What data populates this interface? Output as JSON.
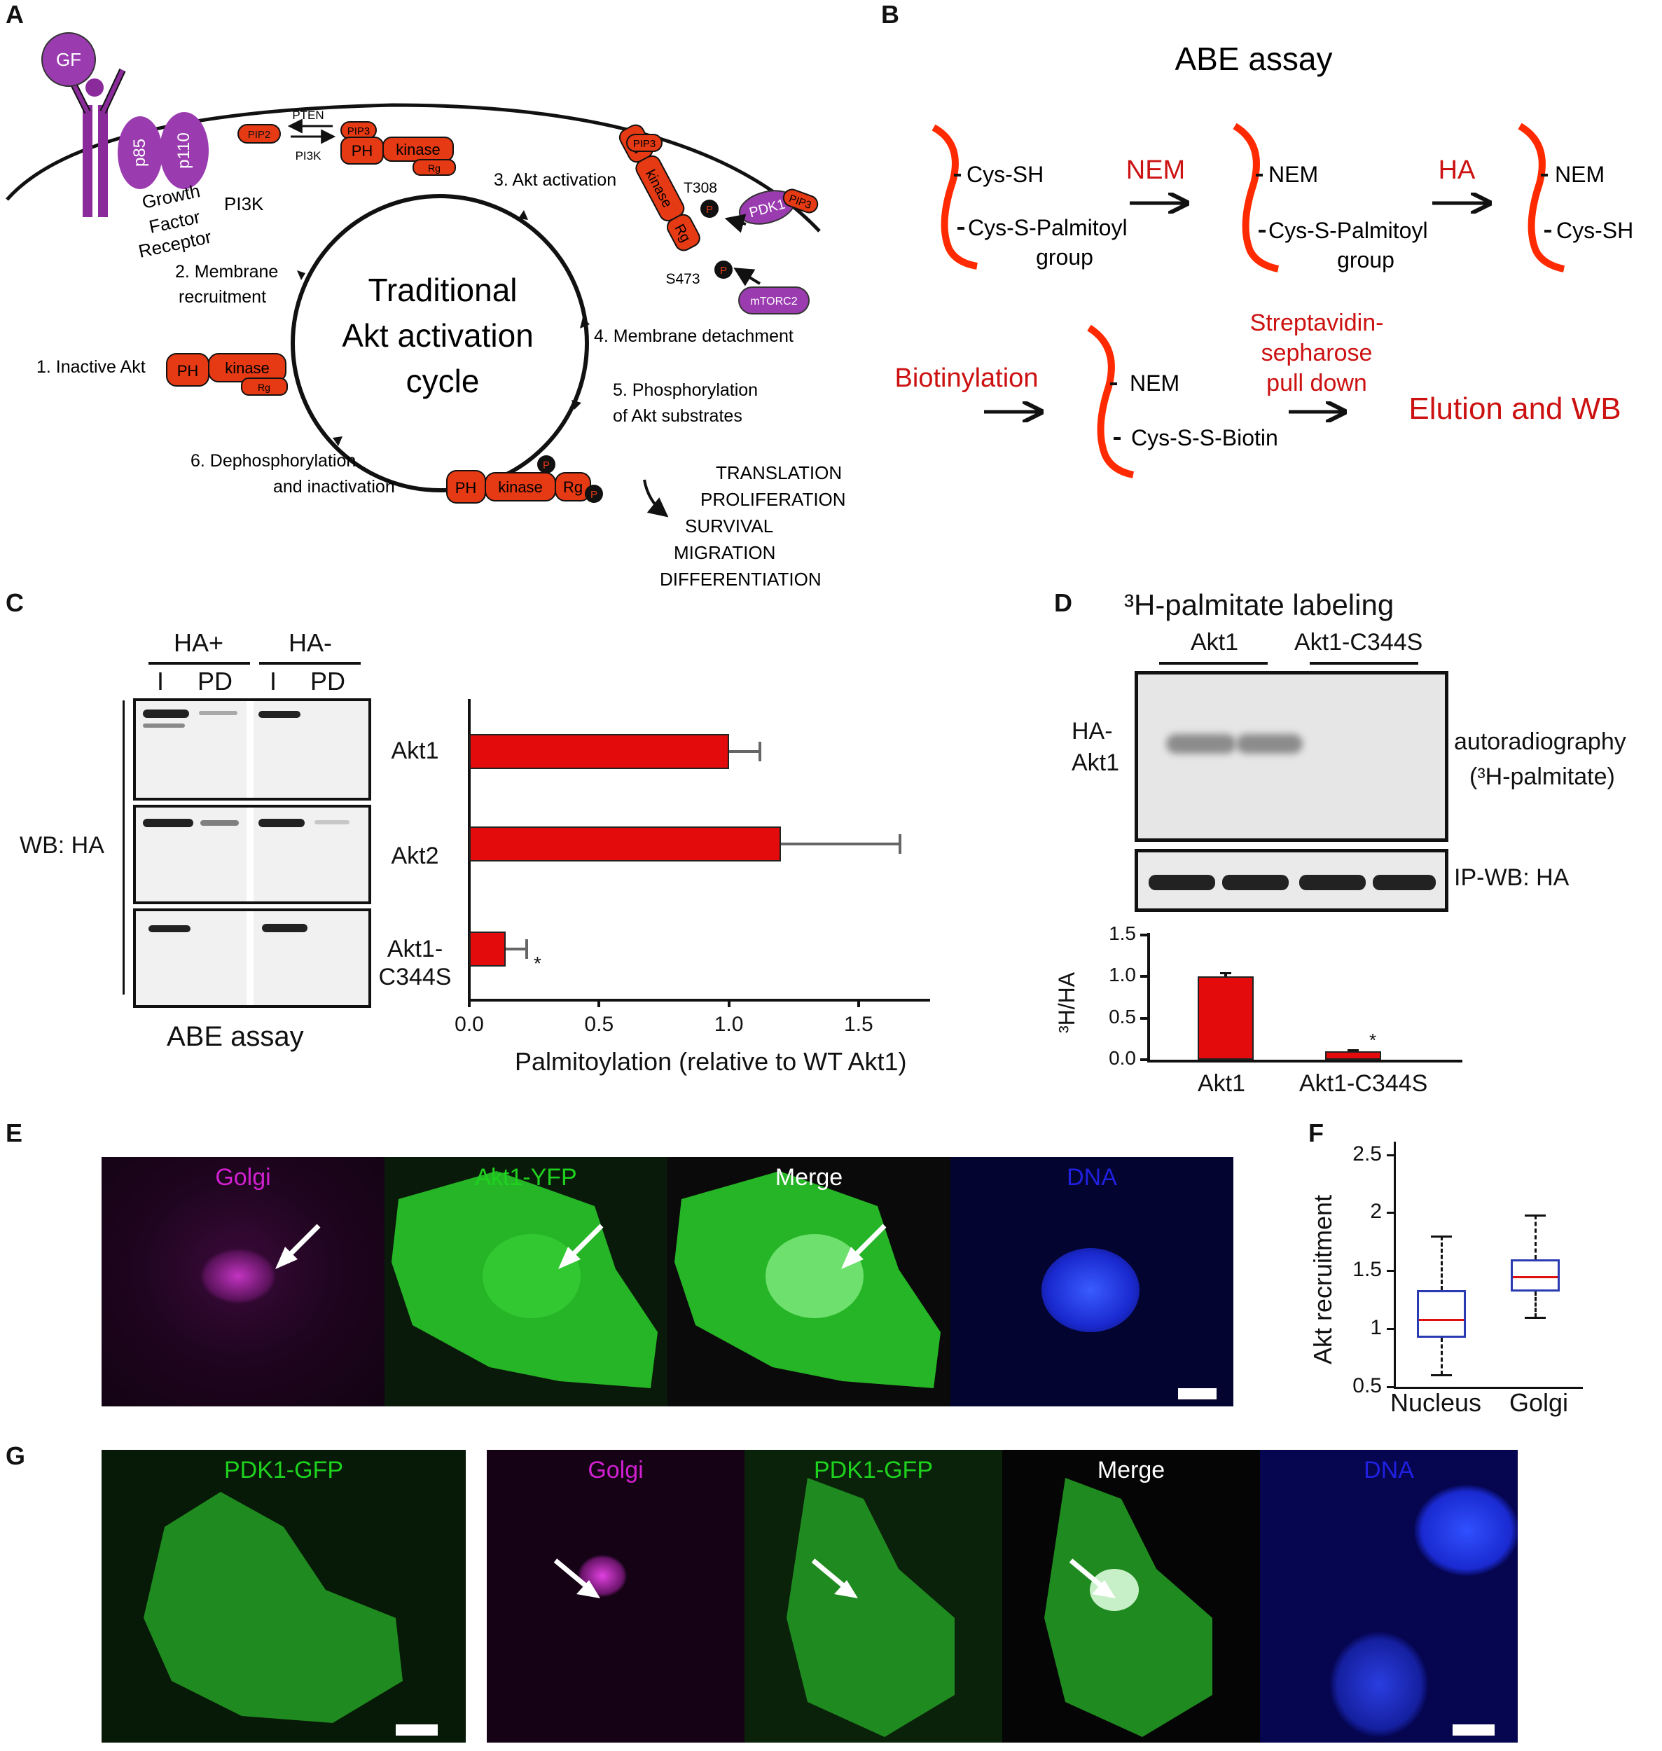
{
  "panels": {
    "A": "A",
    "B": "B",
    "C": "C",
    "D": "D",
    "E": "E",
    "F": "F",
    "G": "G"
  },
  "panelA": {
    "gf": "GF",
    "p85": "p85",
    "p110": "p110",
    "receptor_lines": [
      "Growth",
      "Factor",
      "Receptor"
    ],
    "pi3k": "PI3K",
    "pip2": "PIP2",
    "pten": "PTEN",
    "pi3k_small": "PI3K",
    "pip3": "PIP3",
    "ph": "PH",
    "kinase": "kinase",
    "rg": "Rg",
    "p": "P",
    "pdk1": "PDK1",
    "mtorc2": "mTORC2",
    "t308": "T308",
    "s473": "S473",
    "cycle_lines": [
      "Traditional",
      "Akt activation",
      "cycle"
    ],
    "step1": "1. Inactive Akt",
    "step2_lines": [
      "2. Membrane",
      "recruitment"
    ],
    "step3": "3. Akt activation",
    "step4": "4. Membrane detachment",
    "step5_lines": [
      "5. Phosphorylation",
      "of Akt substrates"
    ],
    "step6_lines": [
      "6. Dephosphorylation",
      "and inactivation"
    ],
    "outcomes": [
      "TRANSLATION",
      "PROLIFERATION",
      "SURVIVAL",
      "MIGRATION",
      "DIFFERENTIATION"
    ]
  },
  "panelB": {
    "title": "ABE assay",
    "cys_sh": "Cys-SH",
    "cys_s_palmitoyl": "Cys-S-Palmitoyl",
    "group": "group",
    "nem": "NEM",
    "ha": "HA",
    "biotinylation": "Biotinylation",
    "cys_s_s_biotin": "Cys-S-S-Biotin",
    "pulldown_lines": [
      "Streptavidin-",
      "sepharose",
      "pull down"
    ],
    "elution": "Elution and WB"
  },
  "panelC": {
    "ha_plus": "HA+",
    "ha_minus": "HA-",
    "lane_i": "I",
    "lane_pd": "PD",
    "wb_label": "WB: HA",
    "row_labels": [
      "Akt1",
      "Akt2",
      "Akt1-\nC344S"
    ],
    "footer": "ABE assay",
    "star": "*"
  },
  "panelD": {
    "title": "³H-palmitate labeling",
    "group1": "Akt1",
    "group2": "Akt1-C344S",
    "ha_akt1_lines": [
      "HA-",
      "Akt1"
    ],
    "autorad_lines": [
      "autoradiography",
      "(³H-palmitate)"
    ],
    "ipwb": "IP-WB: HA",
    "star": "*"
  },
  "panelE": {
    "labels": [
      "Golgi",
      "Akt1-YFP",
      "Merge",
      "DNA"
    ],
    "colors": [
      "#d020d0",
      "#1ed21e",
      "#ffffff",
      "#2020e0"
    ]
  },
  "panelG": {
    "labels": [
      "PDK1-GFP",
      "Golgi",
      "PDK1-GFP",
      "Merge",
      "DNA"
    ]
  },
  "chart_data": [
    {
      "type": "bar",
      "panel": "C",
      "orientation": "horizontal",
      "categories": [
        "Akt1",
        "Akt2",
        "Akt1-C344S"
      ],
      "values": [
        1.0,
        1.2,
        0.14
      ],
      "errors": [
        0.12,
        0.46,
        0.08
      ],
      "xlabel": "Palmitoylation (relative to WT Akt1)",
      "xlim": [
        0,
        1.7
      ],
      "xticks": [
        "0.0",
        "0.5",
        "1.0",
        "1.5"
      ],
      "color": "#e30b0b"
    },
    {
      "type": "bar",
      "panel": "D",
      "categories": [
        "Akt1",
        "Akt1-C344S"
      ],
      "values": [
        1.0,
        0.1
      ],
      "errors": [
        0.05,
        0.03
      ],
      "ylabel": "³H/HA",
      "ylim": [
        0,
        1.5
      ],
      "yticks": [
        "0.0",
        "0.5",
        "1.0",
        "1.5"
      ],
      "color": "#e30b0b"
    },
    {
      "type": "box",
      "panel": "F",
      "categories": [
        "Nucleus",
        "Golgi"
      ],
      "boxes": [
        {
          "min": 0.6,
          "q1": 0.92,
          "median": 1.08,
          "q3": 1.33,
          "max": 1.8
        },
        {
          "min": 1.1,
          "q1": 1.32,
          "median": 1.45,
          "q3": 1.6,
          "max": 1.98
        }
      ],
      "ylabel": "Akt recruitment",
      "ylim": [
        0.5,
        2.6
      ],
      "yticks": [
        "0.5",
        "1",
        "1.5",
        "2",
        "2.5"
      ]
    }
  ]
}
